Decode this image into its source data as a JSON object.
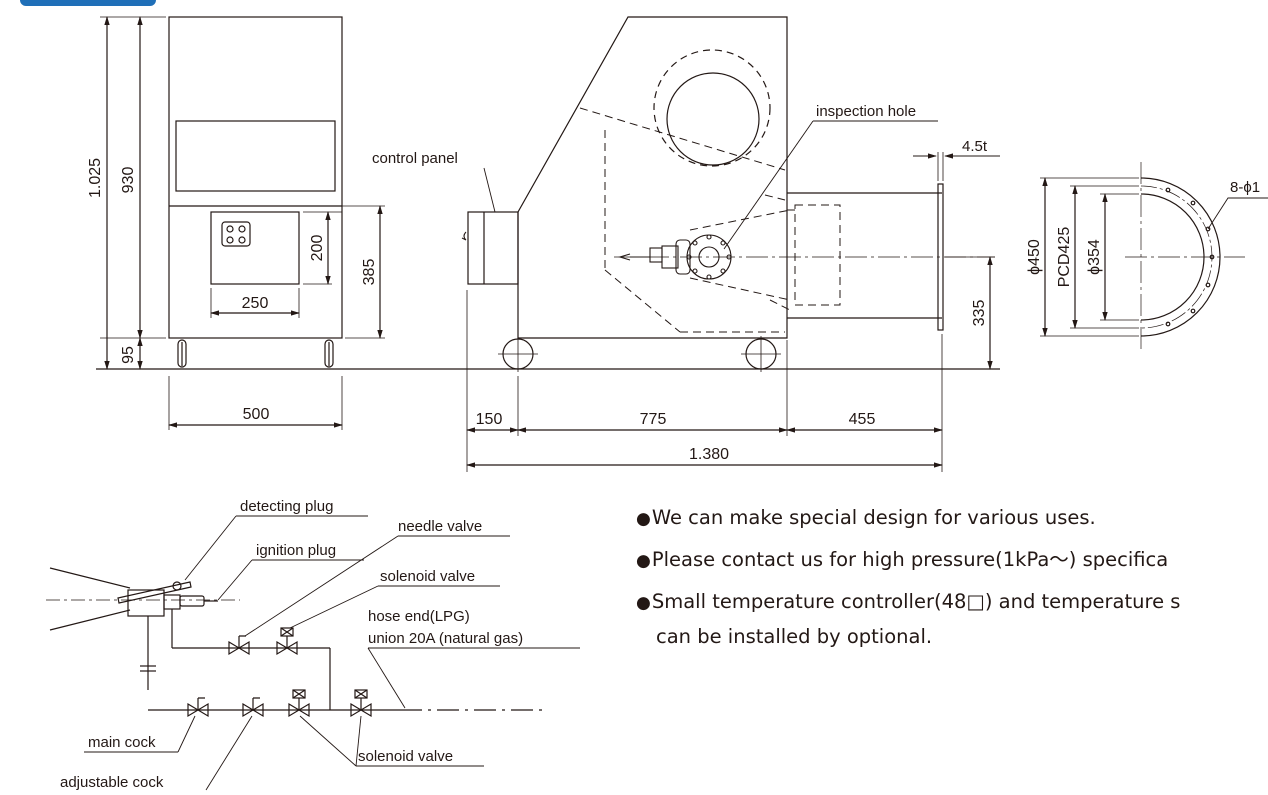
{
  "colors": {
    "line": "#231815",
    "header_tab": "#1f6fb8"
  },
  "front_view": {
    "dim_height_total": "1.025",
    "dim_height_body": "930",
    "dim_leg": "95",
    "dim_width": "500",
    "dim_panel_height": "200",
    "dim_panel_width": "250",
    "dim_panel_level": "385"
  },
  "side_view": {
    "label_control_panel": "control panel",
    "label_inspection_hole": "inspection hole",
    "dim_flange_thickness": "4.5t",
    "dim_outlet_height": "335",
    "dim_panel_depth": "150",
    "dim_body_length": "775",
    "dim_duct_length": "455",
    "dim_total_length": "1.380"
  },
  "flange_view": {
    "dim_outer": "ϕ450",
    "dim_pcd": "PCD425",
    "dim_inner": "ϕ354",
    "dim_holes": "8-ϕ1"
  },
  "piping": {
    "detecting_plug": "detecting plug",
    "ignition_plug": "ignition plug",
    "needle_valve": "needle valve",
    "solenoid_valve_top": "solenoid valve",
    "hose_end": "hose end(LPG)",
    "union": "union 20A (natural gas)",
    "main_cock": "main cock",
    "adjustable_cock": "adjustable cock",
    "solenoid_valve_bottom": "solenoid valve"
  },
  "notes": {
    "bullet": "●",
    "line1": "We can make special design for various uses.",
    "line2": "Please contact us for high pressure(1kPa～) specifica",
    "line3": "Small temperature controller(48□) and temperature s",
    "line4": "can be installed by optional."
  }
}
